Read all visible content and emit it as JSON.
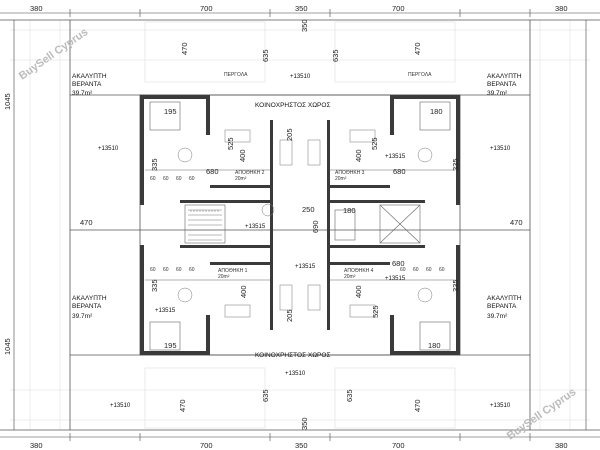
{
  "watermark": "BuySell Cyprus",
  "dims_top": [
    "380",
    "700",
    "350",
    "700",
    "380"
  ],
  "dims_bottom": [
    "380",
    "700",
    "350",
    "700",
    "380"
  ],
  "dims_side": [
    "1045",
    "1045"
  ],
  "dims_vertical": [
    "470",
    "635",
    "635",
    "470",
    "470",
    "635",
    "635",
    "470"
  ],
  "dims_misc": {
    "d195": "195",
    "d180": "180",
    "d205": "205",
    "d525": "525",
    "d400": "400",
    "d335": "335",
    "d680": "680",
    "d470": "470",
    "d250": "250",
    "d690": "690",
    "d60": "60"
  },
  "labels": {
    "veranda_line1": "ΑΚΑΛΥΠΤΗ",
    "veranda_line2": "ΒΕΡΑΝΤΑ",
    "veranda_area": "39.7m²",
    "common": "ΚΟΙΝΟΧΡΗΣΤΟΣ ΧΩΡΟΣ",
    "pergola": "ΠΕΡΓΟΛΑ",
    "storage2": "ΑΠΟΘΗΚΗ 2",
    "storage3": "ΑΠΟΘΗΚΗ 3",
    "storage1": "ΑΠΟΘΗΚΗ 1",
    "storage4": "ΑΠΟΘΗΚΗ 4",
    "area20": "20m²",
    "level": "+13510",
    "level2": "+13515"
  }
}
